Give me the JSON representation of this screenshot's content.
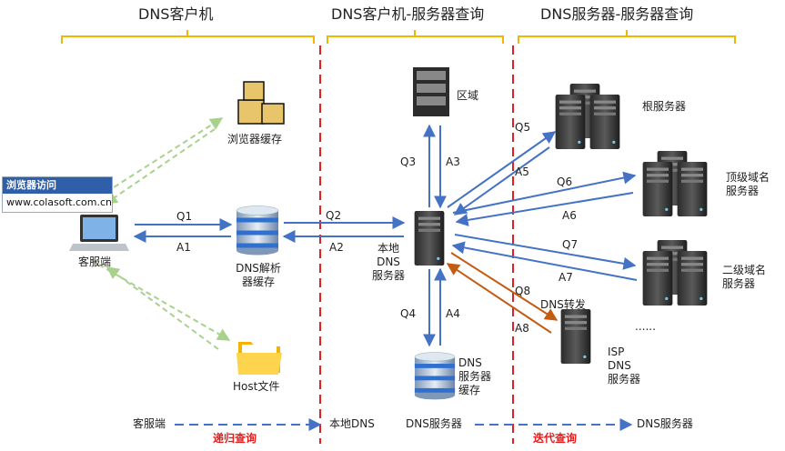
{
  "headers": {
    "left": "DNS客户机",
    "middle": "DNS客户机-服务器查询",
    "right": "DNS服务器-服务器查询"
  },
  "browser_box": {
    "title": "浏览器访问",
    "url": "www.colasoft.com.cn"
  },
  "nodes": {
    "client": "客服端",
    "browser_cache": "浏览器缓存",
    "resolver_cache": [
      "DNS解析",
      "器缓存"
    ],
    "host_file": "Host文件",
    "zone": "区域",
    "local_dns": [
      "本地",
      "DNS",
      "服务器"
    ],
    "dns_cache": [
      "DNS",
      "服务器",
      "缓存"
    ],
    "root": "根服务器",
    "tld": [
      "顶级域名",
      "服务器"
    ],
    "second": [
      "二级域名",
      "服务器"
    ],
    "isp": [
      "ISP",
      "DNS",
      "服务器"
    ],
    "ellipsis": "......",
    "forward": "DNS转发"
  },
  "queries": {
    "q1": "Q1",
    "a1": "A1",
    "q2": "Q2",
    "a2": "A2",
    "q3": "Q3",
    "a3": "A3",
    "q4": "Q4",
    "a4": "A4",
    "q5": "Q5",
    "a5": "A5",
    "q6": "Q6",
    "a6": "A6",
    "q7": "Q7",
    "a7": "A7",
    "q8": "Q8",
    "a8": "A8"
  },
  "footer": {
    "client": "客服端",
    "local_dns": "本地DNS",
    "dns_server": "DNS服务器",
    "dns_server_2": "DNS服务器",
    "recursive": "递归查询",
    "iterative": "迭代查询"
  },
  "colors": {
    "brace": "#f2b800",
    "divider": "#e02020",
    "arrow_blue": "#4472c4",
    "arrow_green": "#a9d18e",
    "arrow_orange": "#c55a11"
  }
}
